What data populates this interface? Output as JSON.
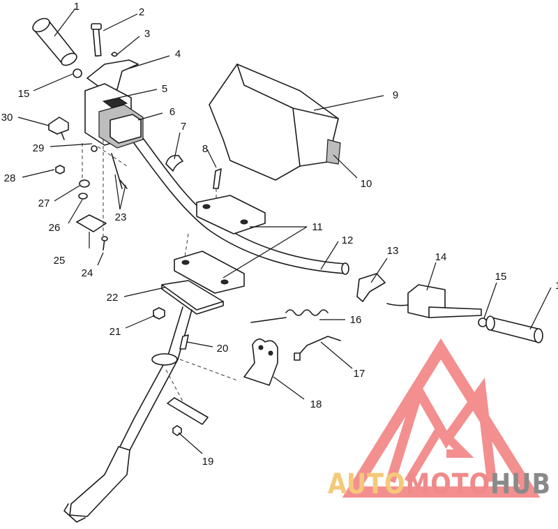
{
  "diagram": {
    "callouts": [
      {
        "id": "c1",
        "label": "1"
      },
      {
        "id": "c2",
        "label": "2"
      },
      {
        "id": "c3",
        "label": "3"
      },
      {
        "id": "c4",
        "label": "4"
      },
      {
        "id": "c5",
        "label": "5"
      },
      {
        "id": "c6",
        "label": "6"
      },
      {
        "id": "c7",
        "label": "7"
      },
      {
        "id": "c8",
        "label": "8"
      },
      {
        "id": "c9",
        "label": "9"
      },
      {
        "id": "c10",
        "label": "10"
      },
      {
        "id": "c11",
        "label": "11"
      },
      {
        "id": "c12",
        "label": "12"
      },
      {
        "id": "c13",
        "label": "13"
      },
      {
        "id": "c14",
        "label": "14"
      },
      {
        "id": "c15a",
        "label": "15"
      },
      {
        "id": "c15b",
        "label": "15"
      },
      {
        "id": "c16",
        "label": "16"
      },
      {
        "id": "c17",
        "label": "17"
      },
      {
        "id": "c18",
        "label": "18"
      },
      {
        "id": "c19",
        "label": "19"
      },
      {
        "id": "c20",
        "label": "20"
      },
      {
        "id": "c21",
        "label": "21"
      },
      {
        "id": "c22",
        "label": "22"
      },
      {
        "id": "c23",
        "label": "23"
      },
      {
        "id": "c24",
        "label": "24"
      },
      {
        "id": "c25",
        "label": "25"
      },
      {
        "id": "c26",
        "label": "26"
      },
      {
        "id": "c27",
        "label": "27"
      },
      {
        "id": "c28",
        "label": "28"
      },
      {
        "id": "c29",
        "label": "29"
      },
      {
        "id": "c30",
        "label": "30"
      }
    ]
  },
  "watermark": {
    "part1": "AUTO",
    "part2": "MOTO",
    "part3": "HUB",
    "colors": {
      "auto": "#f5c97a",
      "moto": "#f08a8a",
      "hub": "#8a8a8a",
      "logo": "#f06a6a"
    }
  }
}
